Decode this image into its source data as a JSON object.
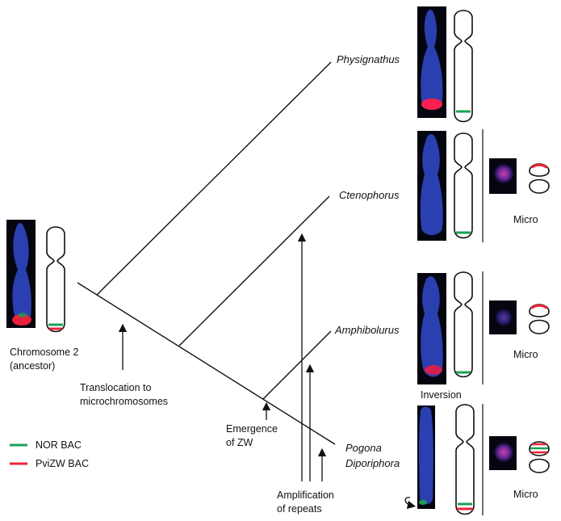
{
  "taxa": {
    "physignathus": "Physignathus",
    "ctenophorus": "Ctenophorus",
    "amphibolurus": "Amphibolurus",
    "pogona": "Pogona",
    "diporiphora": "Diporiphora"
  },
  "ancestor": {
    "line1": "Chromosome 2",
    "line2": "(ancestor)"
  },
  "events": {
    "translocation_line1": "Translocation to",
    "translocation_line2": "microchromosomes",
    "zw_line1": "Emergence",
    "zw_line2": "of ZW",
    "repeats_line1": "Amplification",
    "repeats_line2": "of repeats",
    "inversion": "Inversion"
  },
  "micro_label": "Micro",
  "legend": {
    "nor": "NOR BAC",
    "pvizw": "PviZW BAC"
  },
  "colors": {
    "nor": "#1aa055",
    "pvizw": "#e8253a",
    "dapi": "#2a3fb0",
    "photo_bg": "#050510",
    "micro_fill": "#9a2fa0"
  }
}
